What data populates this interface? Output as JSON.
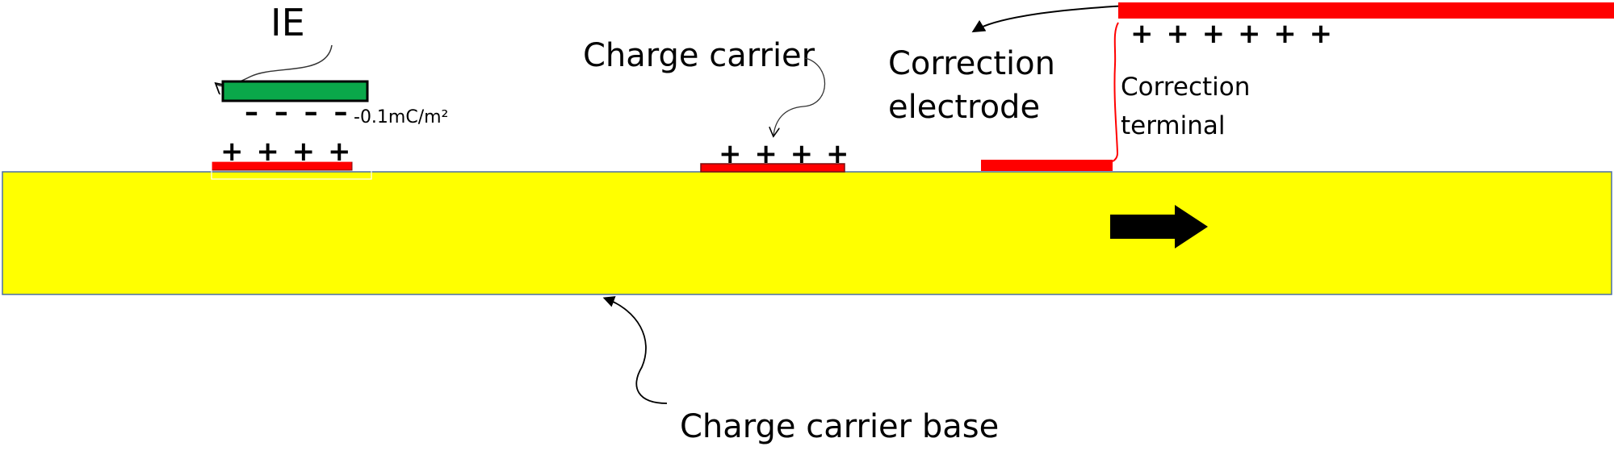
{
  "labels": {
    "ie": "IE",
    "charge_density": "-0.1mC/m²",
    "charge_carrier": "Charge carrier",
    "correction_electrode_line1": "Correction",
    "correction_electrode_line2": "electrode",
    "correction_terminal_line1": "Correction",
    "correction_terminal_line2": "terminal",
    "charge_carrier_base": "Charge carrier base"
  },
  "charges": {
    "ie_negative": "– – – –",
    "ie_induced_positive": "+ + + +",
    "carrier_positive": "+ + + +",
    "correction_positive": "+ + + + + +"
  },
  "colors": {
    "base": "#ffff00",
    "ie_electrode": "#0aa84a",
    "conductor": "#ff0000",
    "arrow": "#000000"
  }
}
